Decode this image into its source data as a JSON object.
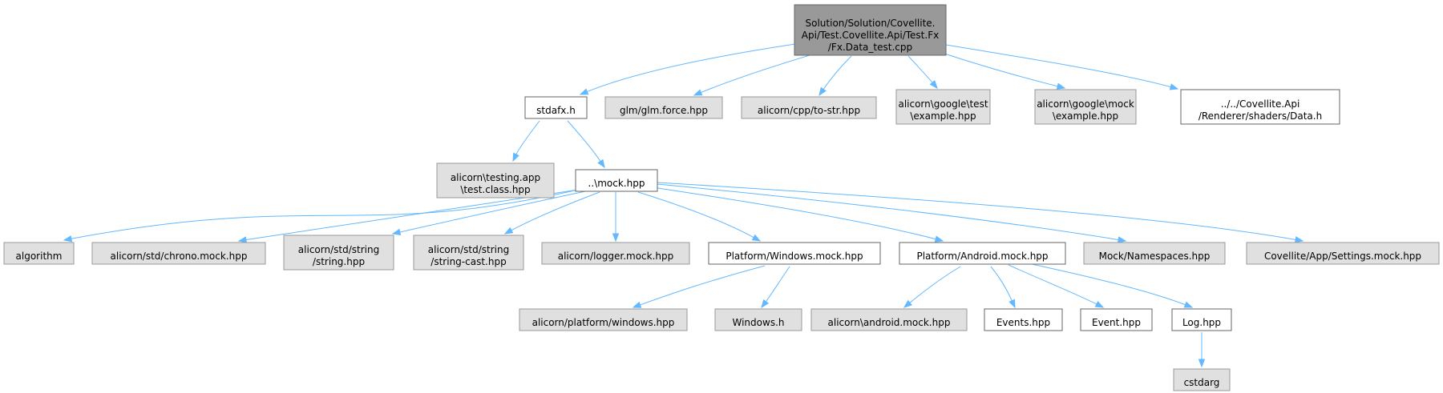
{
  "diagram": {
    "type": "include-dependency-graph",
    "colors": {
      "root_fill": "#999999",
      "root_stroke": "#666666",
      "external_fill": "#e0e0e0",
      "external_stroke": "#999999",
      "local_fill": "#ffffff",
      "local_stroke": "#666666",
      "edge": "#63b8ff"
    },
    "nodes": [
      {
        "id": "root",
        "kind": "root",
        "lines": [
          "Solution/Solution/Covellite.",
          "Api/Test.Covellite.Api/Test.Fx",
          "/Fx.Data_test.cpp"
        ]
      },
      {
        "id": "stdafx",
        "kind": "local",
        "lines": [
          "stdafx.h"
        ]
      },
      {
        "id": "glm_force",
        "kind": "external",
        "lines": [
          "glm/glm.force.hpp"
        ]
      },
      {
        "id": "to_str",
        "kind": "external",
        "lines": [
          "alicorn/cpp/to-str.hpp"
        ]
      },
      {
        "id": "google_test",
        "kind": "external",
        "lines": [
          "alicorn\\google\\test",
          "\\example.hpp"
        ]
      },
      {
        "id": "google_mock",
        "kind": "external",
        "lines": [
          "alicorn\\google\\mock",
          "\\example.hpp"
        ]
      },
      {
        "id": "data_h",
        "kind": "local",
        "lines": [
          "../../Covellite.Api",
          "/Renderer/shaders/Data.h"
        ]
      },
      {
        "id": "testing_app",
        "kind": "external",
        "lines": [
          "alicorn\\testing.app",
          "\\test.class.hpp"
        ]
      },
      {
        "id": "mock",
        "kind": "local",
        "lines": [
          "..\\mock.hpp"
        ]
      },
      {
        "id": "algorithm",
        "kind": "external",
        "lines": [
          "algorithm"
        ]
      },
      {
        "id": "chrono_mock",
        "kind": "external",
        "lines": [
          "alicorn/std/chrono.mock.hpp"
        ]
      },
      {
        "id": "string_hpp",
        "kind": "external",
        "lines": [
          "alicorn/std/string",
          "/string.hpp"
        ]
      },
      {
        "id": "string_cast",
        "kind": "external",
        "lines": [
          "alicorn/std/string",
          "/string-cast.hpp"
        ]
      },
      {
        "id": "logger_mock",
        "kind": "external",
        "lines": [
          "alicorn/logger.mock.hpp"
        ]
      },
      {
        "id": "win_mock",
        "kind": "local",
        "lines": [
          "Platform/Windows.mock.hpp"
        ]
      },
      {
        "id": "android_mock",
        "kind": "local",
        "lines": [
          "Platform/Android.mock.hpp"
        ]
      },
      {
        "id": "namespaces",
        "kind": "external",
        "lines": [
          "Mock/Namespaces.hpp"
        ]
      },
      {
        "id": "settings_mock",
        "kind": "external",
        "lines": [
          "Covellite/App/Settings.mock.hpp"
        ]
      },
      {
        "id": "platform_windows",
        "kind": "external",
        "lines": [
          "alicorn/platform/windows.hpp"
        ]
      },
      {
        "id": "windows_h",
        "kind": "external",
        "lines": [
          "Windows.h"
        ]
      },
      {
        "id": "android_alicorn",
        "kind": "external",
        "lines": [
          "alicorn\\android.mock.hpp"
        ]
      },
      {
        "id": "events",
        "kind": "local",
        "lines": [
          "Events.hpp"
        ]
      },
      {
        "id": "event",
        "kind": "local",
        "lines": [
          "Event.hpp"
        ]
      },
      {
        "id": "log",
        "kind": "local",
        "lines": [
          "Log.hpp"
        ]
      },
      {
        "id": "cstdarg",
        "kind": "external",
        "lines": [
          "cstdarg"
        ]
      }
    ],
    "edges": [
      {
        "from": "root",
        "to": "stdafx"
      },
      {
        "from": "root",
        "to": "glm_force"
      },
      {
        "from": "root",
        "to": "to_str"
      },
      {
        "from": "root",
        "to": "google_test"
      },
      {
        "from": "root",
        "to": "google_mock"
      },
      {
        "from": "root",
        "to": "data_h"
      },
      {
        "from": "stdafx",
        "to": "testing_app"
      },
      {
        "from": "stdafx",
        "to": "mock"
      },
      {
        "from": "mock",
        "to": "algorithm"
      },
      {
        "from": "mock",
        "to": "chrono_mock"
      },
      {
        "from": "mock",
        "to": "string_hpp"
      },
      {
        "from": "mock",
        "to": "string_cast"
      },
      {
        "from": "mock",
        "to": "logger_mock"
      },
      {
        "from": "mock",
        "to": "win_mock"
      },
      {
        "from": "mock",
        "to": "android_mock"
      },
      {
        "from": "mock",
        "to": "namespaces"
      },
      {
        "from": "mock",
        "to": "settings_mock"
      },
      {
        "from": "win_mock",
        "to": "platform_windows"
      },
      {
        "from": "win_mock",
        "to": "windows_h"
      },
      {
        "from": "android_mock",
        "to": "android_alicorn"
      },
      {
        "from": "android_mock",
        "to": "events"
      },
      {
        "from": "android_mock",
        "to": "event"
      },
      {
        "from": "android_mock",
        "to": "log"
      },
      {
        "from": "log",
        "to": "cstdarg"
      }
    ]
  }
}
